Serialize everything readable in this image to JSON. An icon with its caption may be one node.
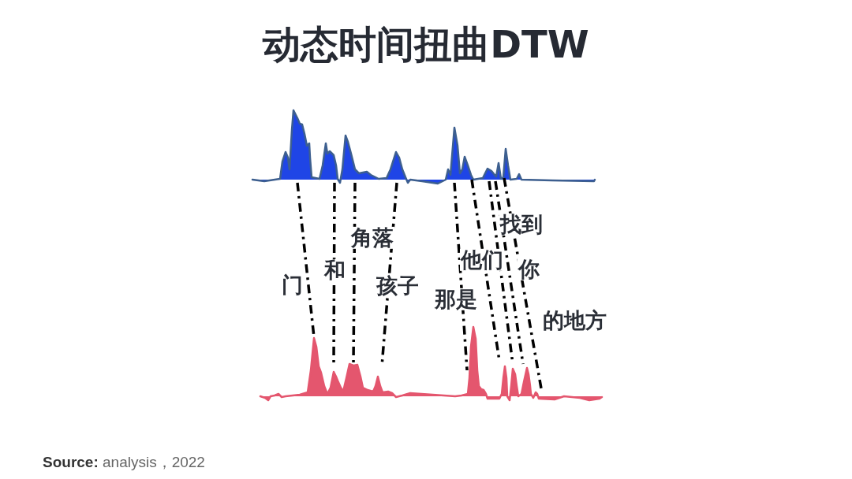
{
  "diagram": {
    "title": "动态时间扭曲DTW",
    "nodes": [
      {
        "text": [],
        "shape": "waveform"
      },
      {
        "text": [],
        "shape": "waveform"
      }
    ],
    "edges": [
      {
        "from": 0,
        "to": 1,
        "arrow": "none",
        "style": "dashed",
        "label": "门"
      },
      {
        "from": 0,
        "to": 1,
        "arrow": "none",
        "style": "dashed",
        "label": "和"
      },
      {
        "from": 0,
        "to": 1,
        "arrow": "none",
        "style": "dashed",
        "label": "角落"
      },
      {
        "from": 0,
        "to": 1,
        "arrow": "none",
        "style": "dashed",
        "label": "孩子"
      },
      {
        "from": 0,
        "to": 1,
        "arrow": "none",
        "style": "dashed",
        "label": "那是"
      },
      {
        "from": 0,
        "to": 1,
        "arrow": "none",
        "style": "dashed",
        "label": "他们"
      },
      {
        "from": 0,
        "to": 1,
        "arrow": "none",
        "style": "dashed",
        "label": "找到"
      },
      {
        "from": 0,
        "to": 1,
        "arrow": "none",
        "style": "dashed",
        "label": "你"
      },
      {
        "from": 0,
        "to": 1,
        "arrow": "none",
        "style": "dashed",
        "label": "的地方"
      }
    ],
    "labels": [
      "**Source:** analysis，2022"
    ]
  }
}
